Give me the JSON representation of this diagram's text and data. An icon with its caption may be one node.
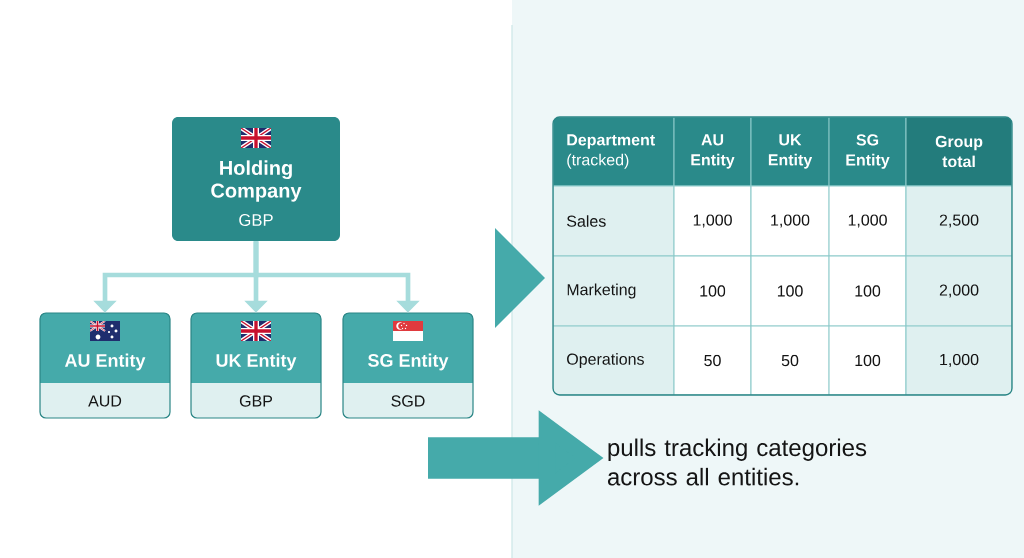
{
  "diagram": {
    "nodes": [
      {
        "text": [
          "Holding Company",
          "GBP"
        ]
      },
      {
        "text": [
          "AU Entity",
          "AUD"
        ]
      },
      {
        "text": [
          "UK Entity",
          "GBP"
        ]
      },
      {
        "text": [
          "SG Entity",
          "SGD"
        ]
      },
      {
        "text": [
          "pulls tracking categories across all entities."
        ]
      }
    ],
    "edges": [
      {
        "from": 0,
        "to": 1,
        "arrow": "to"
      },
      {
        "from": 0,
        "to": 2,
        "arrow": "to"
      },
      {
        "from": 0,
        "to": 3,
        "arrow": "to"
      },
      {
        "from": null,
        "to": 4,
        "arrow": "to",
        "style": "thick",
        "color": "#45aaaa"
      }
    ],
    "labels": [
      "**Department** (tracked)",
      "AU Entity",
      "UK Entity",
      "SG Entity",
      "Group total",
      "Sales",
      "1,000",
      "1,000",
      "1,000",
      "2,500",
      "Marketing",
      "100",
      "100",
      "100",
      "2,000",
      "Operations",
      "50",
      "50",
      "100",
      "1,000"
    ]
  }
}
